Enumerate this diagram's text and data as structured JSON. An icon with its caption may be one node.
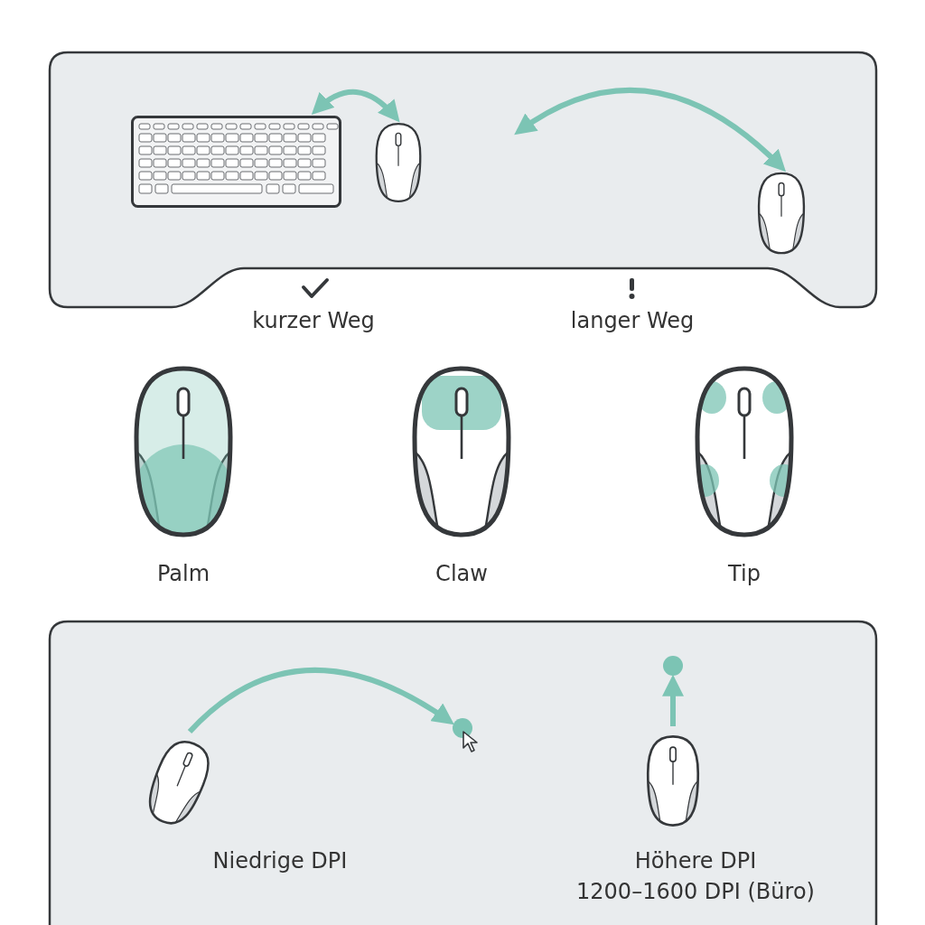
{
  "diagram": {
    "nodes": [
      {
        "text": [],
        "shape": "picture"
      },
      {
        "text": [],
        "shape": "picture"
      },
      {
        "text": [],
        "shape": "picture"
      },
      {
        "text": [],
        "shape": "picture"
      },
      {
        "text": [],
        "shape": "circle"
      },
      {
        "text": [],
        "shape": "picture"
      },
      {
        "text": [],
        "shape": "circle"
      }
    ],
    "edges": [
      {
        "from": 0,
        "to": 1,
        "arrow": "both"
      },
      {
        "from": null,
        "to": 2,
        "arrow": "both"
      },
      {
        "from": 3,
        "to": 4,
        "arrow": "to"
      },
      {
        "from": 5,
        "to": 6,
        "arrow": "to"
      }
    ],
    "labels": [
      "kurzer Weg",
      "langer Weg",
      "Palm",
      "Claw",
      "Tip",
      "Niedrige DPI",
      "Höhere DPI",
      "1200–1600 DPI (Büro)"
    ]
  }
}
